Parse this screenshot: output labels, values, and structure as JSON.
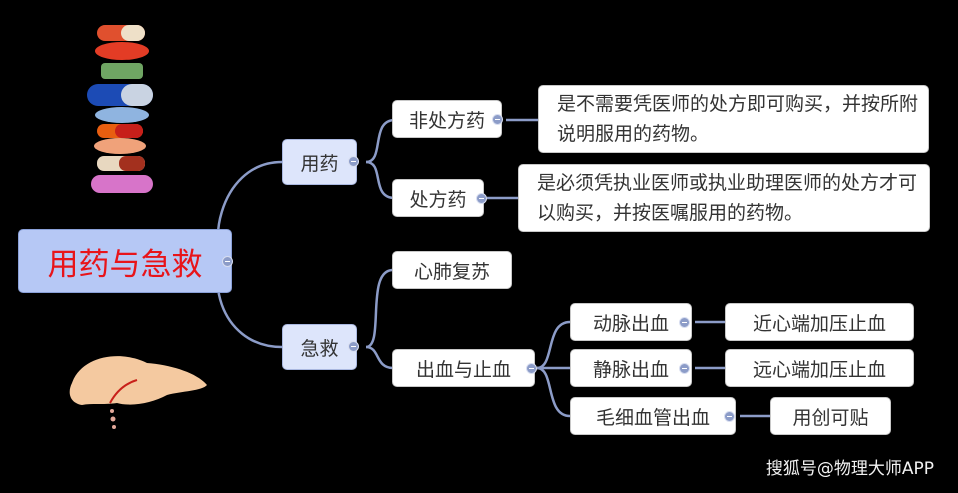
{
  "mindmap": {
    "root": "用药与急救",
    "branches": {
      "medication": {
        "label": "用药",
        "otc": {
          "label": "非处方药",
          "desc": "是不需要凭医师的处方即可购买，并按所附说明服用的药物。"
        },
        "rx": {
          "label": "处方药",
          "desc": "是必须凭执业医师或执业助理医师的处方才可以购买，并按医嘱服用的药物。"
        }
      },
      "first_aid": {
        "label": "急救",
        "cpr": "心肺复苏",
        "bleeding": {
          "label": "出血与止血",
          "artery": {
            "label": "动脉出血",
            "action": "近心端加压止血"
          },
          "vein": {
            "label": "静脉出血",
            "action": "远心端加压止血"
          },
          "capillary": {
            "label": "毛细血管出血",
            "action": "用创可贴"
          }
        }
      }
    }
  },
  "watermark": "搜狐号@物理大师APP",
  "colors": {
    "root_text": "#e8141a",
    "link": "#8c9cc8",
    "root_fill": "#b6c8f5",
    "l1_fill": "#dde5fb"
  }
}
